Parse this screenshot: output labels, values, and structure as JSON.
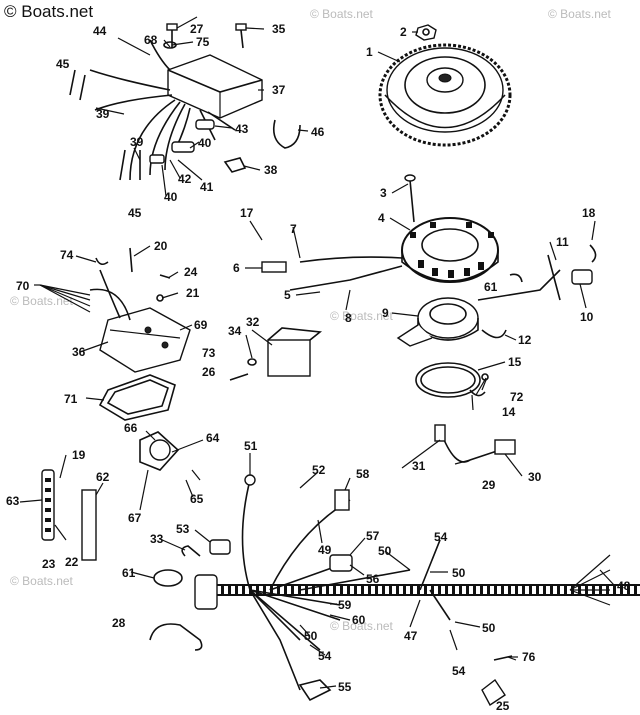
{
  "watermark": {
    "brand": "© Boats.net",
    "faded": "© Boats.net"
  },
  "callouts": {
    "c1": "1",
    "c2": "2",
    "c3": "3",
    "c4": "4",
    "c5": "5",
    "c6": "6",
    "c7": "7",
    "c8": "8",
    "c9": "9",
    "c10": "10",
    "c11": "11",
    "c12": "12",
    "c14": "14",
    "c15": "15",
    "c17": "17",
    "c18": "18",
    "c19": "19",
    "c20": "20",
    "c21": "21",
    "c22": "22",
    "c23": "23",
    "c24": "24",
    "c25": "25",
    "c26": "26",
    "c27": "27",
    "c28": "28",
    "c29": "29",
    "c30": "30",
    "c31": "31",
    "c32": "32",
    "c33": "33",
    "c34": "34",
    "c35": "35",
    "c36": "36",
    "c37": "37",
    "c38": "38",
    "c39a": "39",
    "c39b": "39",
    "c40a": "40",
    "c40b": "40",
    "c41": "41",
    "c42": "42",
    "c43": "43",
    "c44": "44",
    "c45a": "45",
    "c45b": "45",
    "c46": "46",
    "c47": "47",
    "c48": "48",
    "c49": "49",
    "c50a": "50",
    "c50b": "50",
    "c50c": "50",
    "c50d": "50",
    "c51": "51",
    "c52": "52",
    "c53": "53",
    "c54a": "54",
    "c54b": "54",
    "c54c": "54",
    "c55": "55",
    "c56": "56",
    "c57": "57",
    "c58": "58",
    "c59": "59",
    "c60": "60",
    "c61a": "61",
    "c61b": "61",
    "c62": "62",
    "c63": "63",
    "c64": "64",
    "c65": "65",
    "c66": "66",
    "c67": "67",
    "c68": "68",
    "c69": "69",
    "c70": "70",
    "c71": "71",
    "c72": "72",
    "c73": "73",
    "c74": "74",
    "c75": "75",
    "c76": "76"
  }
}
